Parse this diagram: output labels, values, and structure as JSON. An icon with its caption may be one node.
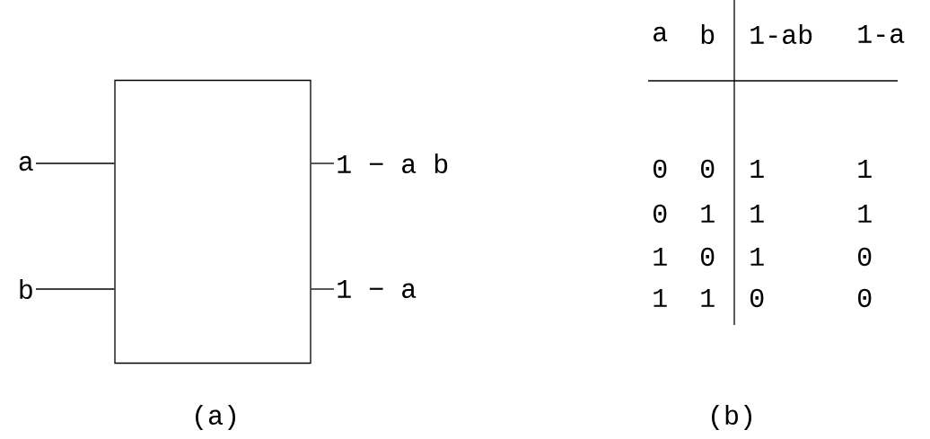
{
  "diagram": {
    "nodes": [
      {
        "text": [],
        "shape": "box"
      },
      {
        "text": [
          "a"
        ]
      },
      {
        "text": [
          "b"
        ]
      },
      {
        "text": [
          "1 − a b"
        ]
      },
      {
        "text": [
          "1 − a"
        ]
      }
    ],
    "edges": [
      {
        "from": 1,
        "to": 0,
        "arrow": "none"
      },
      {
        "from": 2,
        "to": 0,
        "arrow": "none"
      },
      {
        "from": 0,
        "to": 3,
        "arrow": "none"
      },
      {
        "from": 0,
        "to": 4,
        "arrow": "none"
      }
    ],
    "labels": [
      "(a)",
      "a",
      "b",
      "1-ab",
      "1-a",
      "0",
      "0",
      "1",
      "1",
      "0",
      "1",
      "1",
      "1",
      "1",
      "0",
      "1",
      "0",
      "1",
      "1",
      "0",
      "0",
      "(b)"
    ]
  }
}
